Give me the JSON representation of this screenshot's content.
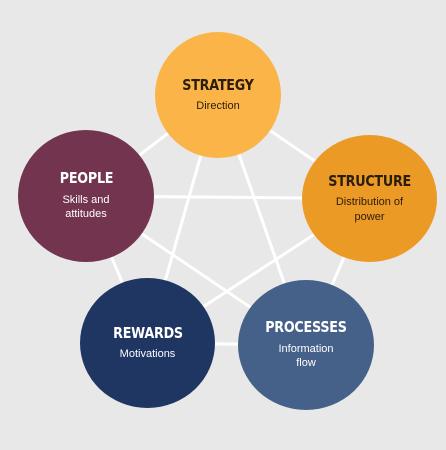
{
  "colors": {
    "background": "#e8e8e8",
    "connector": "#ffffff",
    "strategy": "#fbb447",
    "structure": "#eb9a26",
    "processes": "#466189",
    "rewards": "#1f3562",
    "people": "#72344f"
  },
  "nodes": [
    {
      "id": "strategy",
      "title": "STRATEGY",
      "subtitle": "Direction"
    },
    {
      "id": "structure",
      "title": "STRUCTURE",
      "subtitle": "Distribution of power"
    },
    {
      "id": "processes",
      "title": "PROCESSES",
      "subtitle": "Information flow"
    },
    {
      "id": "rewards",
      "title": "REWARDS",
      "subtitle": "Motivations"
    },
    {
      "id": "people",
      "title": "PEOPLE",
      "subtitle": "Skills and attitudes"
    }
  ]
}
